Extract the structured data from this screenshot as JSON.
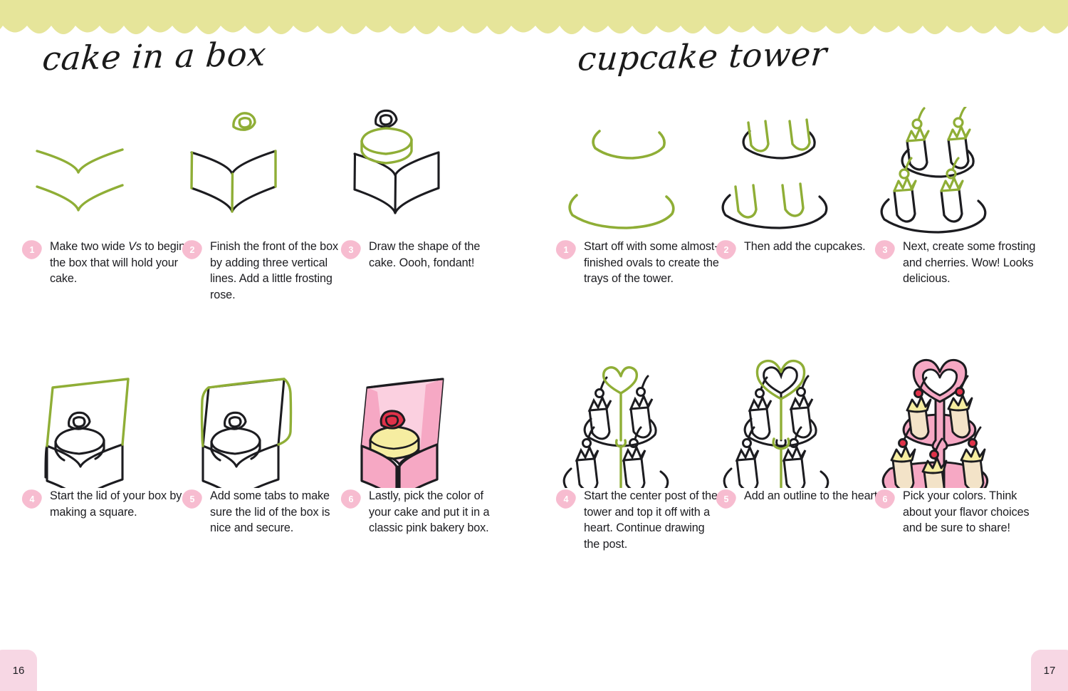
{
  "theme": {
    "band_color": "#e6e59a",
    "badge_color": "#f7bcd0",
    "badge_text_color": "#ffffff",
    "pink_fill": "#f6a8c4",
    "pink_light": "#fbd0e0",
    "yellow_fill": "#f6eda1",
    "cream_fill": "#f3e3c8",
    "red_fill": "#e0324a",
    "green_stroke": "#8fae36",
    "ink": "#1c1c20"
  },
  "left_page": {
    "title": "cake in a box",
    "page_number": "16",
    "steps": [
      {
        "number": "1",
        "art": "box-two-vs",
        "text_pre": "Make two wide ",
        "text_em": "Vs",
        "text_post": " to begin the box that will hold your cake."
      },
      {
        "number": "2",
        "art": "box-front-lines",
        "text": "Finish the front of the box by adding three vertical lines. Add a little frosting rose."
      },
      {
        "number": "3",
        "art": "box-cake-shape",
        "text": "Draw the shape of the cake. Oooh, fondant!"
      },
      {
        "number": "4",
        "art": "box-lid-square",
        "text": "Start the lid of your box by making a square."
      },
      {
        "number": "5",
        "art": "box-lid-tabs",
        "text": "Add some tabs to make sure the lid of the box is nice and secure."
      },
      {
        "number": "6",
        "art": "box-colored",
        "text": "Lastly, pick the color of your cake and put it in a classic pink bakery box."
      }
    ]
  },
  "right_page": {
    "title": "cupcake tower",
    "page_number": "17",
    "steps": [
      {
        "number": "1",
        "art": "tower-ovals",
        "text": "Start off with some almost-finished ovals to create the trays of the tower."
      },
      {
        "number": "2",
        "art": "tower-cupcakes",
        "text": "Then add the cupcakes."
      },
      {
        "number": "3",
        "art": "tower-frosting",
        "text": "Next, create some frosting and cherries. Wow! Looks delicious."
      },
      {
        "number": "4",
        "art": "tower-post",
        "text": "Start the center post of the tower and top it off with a heart. Continue drawing the post."
      },
      {
        "number": "5",
        "art": "tower-heart",
        "text": "Add an outline to the heart."
      },
      {
        "number": "6",
        "art": "tower-colored",
        "text": "Pick your colors. Think about your flavor choices and be sure to share!"
      }
    ]
  }
}
